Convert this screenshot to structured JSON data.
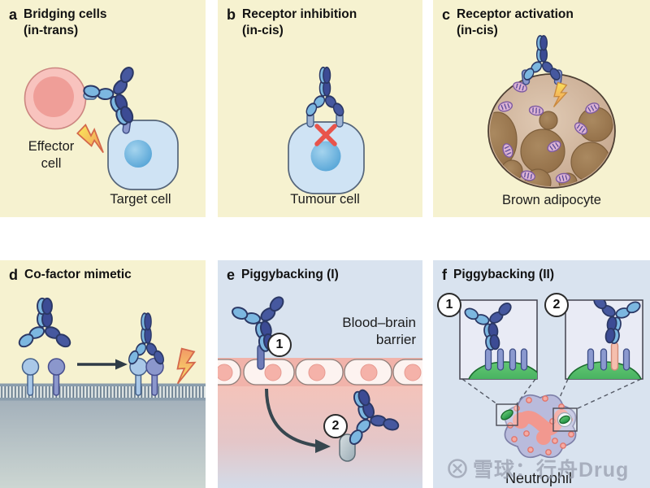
{
  "figure": {
    "description": "Antibody mechanism diagram with six panels",
    "panels": {
      "a": {
        "letter": "a",
        "title": "Bridging cells\n(in-trans)",
        "labels": {
          "effector": "Effector\ncell",
          "target": "Target cell"
        }
      },
      "b": {
        "letter": "b",
        "title": "Receptor inhibition\n(in-cis)",
        "labels": {
          "cell": "Tumour cell"
        }
      },
      "c": {
        "letter": "c",
        "title": "Receptor activation\n(in-cis)",
        "labels": {
          "cell": "Brown adipocyte"
        }
      },
      "d": {
        "letter": "d",
        "title": "Co-factor mimetic"
      },
      "e": {
        "letter": "e",
        "title": "Piggybacking (I)",
        "labels": {
          "barrier": "Blood–brain\nbarrier"
        },
        "steps": [
          "1",
          "2"
        ]
      },
      "f": {
        "letter": "f",
        "title": "Piggybacking (II)",
        "labels": {
          "cell": "Neutrophil"
        },
        "steps": [
          "1",
          "2"
        ]
      }
    },
    "icons": [
      "antibody-icon",
      "lightning-bolt-icon",
      "red-cross-icon",
      "mitochondrion-icon",
      "xueqiu-logo-icon"
    ],
    "colors": {
      "panel_cream": "#f6f2d0",
      "panel_blue": "#d9e3ef",
      "antibody_light_blue": "#7cb7e0",
      "antibody_dark_blue": "#3c4b94",
      "effector_cell_pink": "#f8c3be",
      "target_cell_blue": "#cfe3f4",
      "adipocyte_brown": "#c9ab92",
      "droplet_brown": "#997246",
      "granule_green": "#35a54c",
      "bolt_yellow": "#f9e05a",
      "bolt_orange": "#f59d52",
      "red_x": "#e8544b",
      "neutrophil_purple": "#b9bbdc",
      "nucleus_pink": "#f2988f"
    }
  },
  "watermark": {
    "text": "雪球：行舟Drug",
    "logo": "xueqiu-logo"
  }
}
